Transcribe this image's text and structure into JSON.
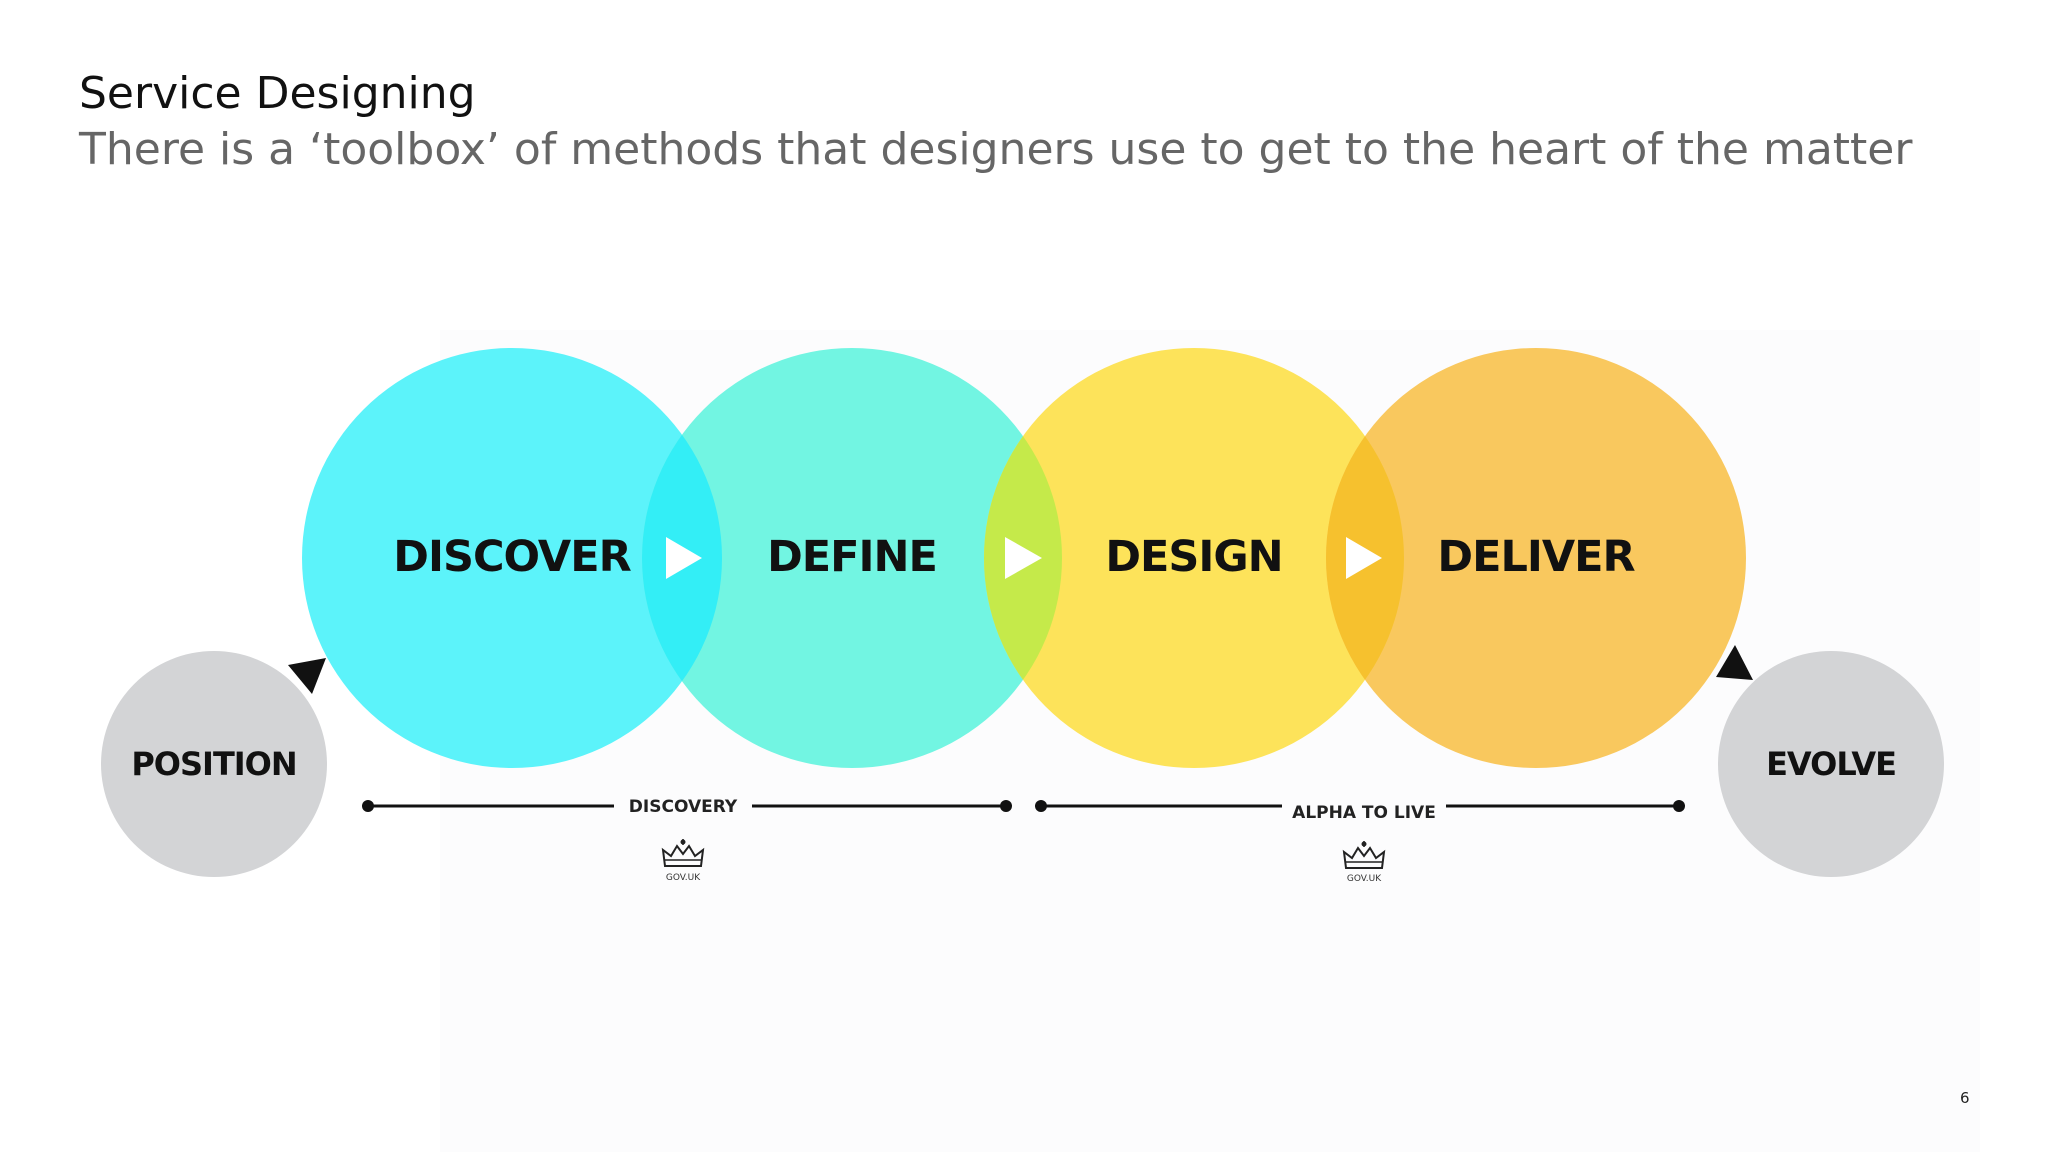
{
  "slide": {
    "title": "Service Designing",
    "subtitle": "There is a ‘toolbox’ of methods that designers use to get to the heart of the matter",
    "page_number": "6"
  },
  "diagram": {
    "phases": [
      {
        "label": "DISCOVER",
        "color": "#5cf3fa"
      },
      {
        "label": "DEFINE",
        "color": "#72f5e2"
      },
      {
        "label": "DESIGN",
        "color": "#fde35a"
      },
      {
        "label": "DELIVER",
        "color": "#f9c85e"
      }
    ],
    "overlap_colors": [
      "#33eef6",
      "#c5ea4a",
      "#f6c12e"
    ],
    "start": {
      "label": "POSITION",
      "color": "#d3d4d6"
    },
    "end": {
      "label": "EVOLVE",
      "color": "#d3d4d6"
    },
    "ranges": [
      {
        "label": "DISCOVERY",
        "logo_text": "GOV.UK",
        "logo_icon": "crown-icon"
      },
      {
        "label": "ALPHA TO LIVE",
        "logo_text": "GOV.UK",
        "logo_icon": "crown-icon"
      }
    ]
  }
}
